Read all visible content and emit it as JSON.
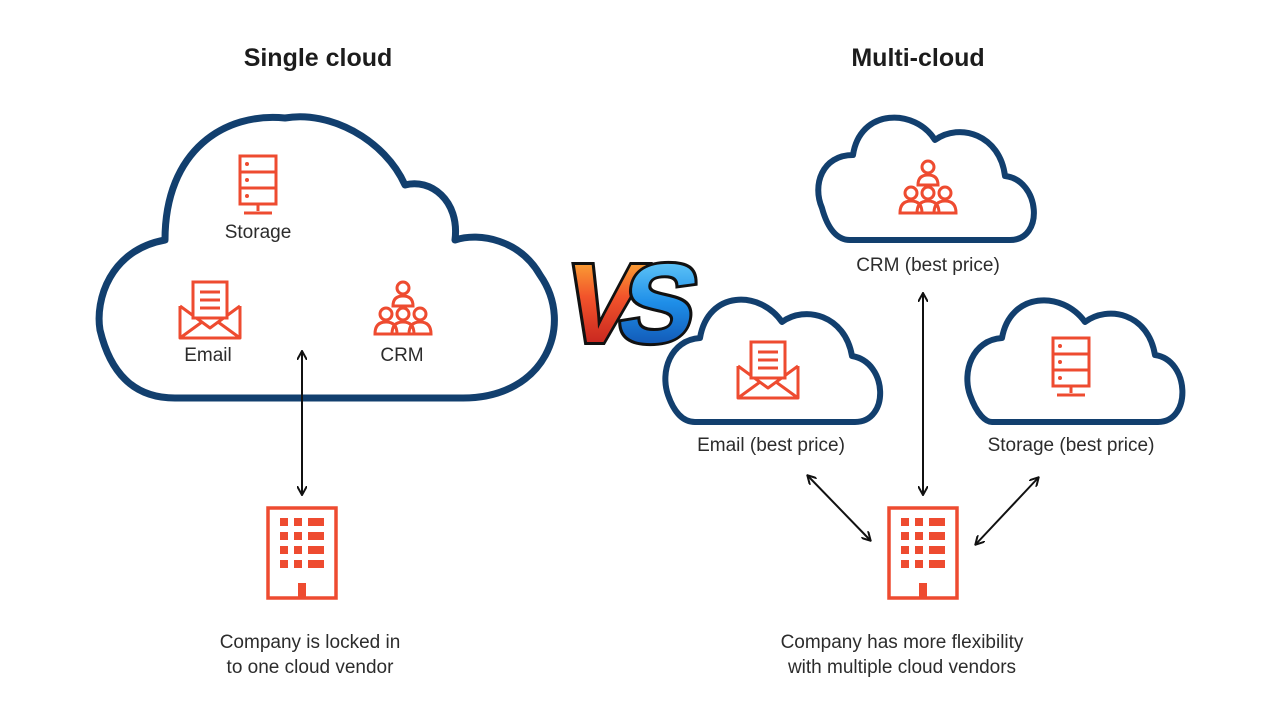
{
  "colors": {
    "cloud_stroke": "#123f6e",
    "icon": "#ee4b30",
    "arrow": "#111111"
  },
  "single": {
    "title": "Single cloud",
    "services": {
      "storage": "Storage",
      "email": "Email",
      "crm": "CRM"
    },
    "caption": [
      "Company is locked in",
      "to one cloud vendor"
    ]
  },
  "vs": "VS",
  "multi": {
    "title": "Multi-cloud",
    "services": {
      "crm": "CRM (best price)",
      "email": "Email (best price)",
      "storage": "Storage (best price)"
    },
    "caption": [
      "Company has more flexibility",
      "with multiple cloud vendors"
    ]
  },
  "icons": [
    "server-icon",
    "envelope-icon",
    "team-icon",
    "building-icon"
  ]
}
